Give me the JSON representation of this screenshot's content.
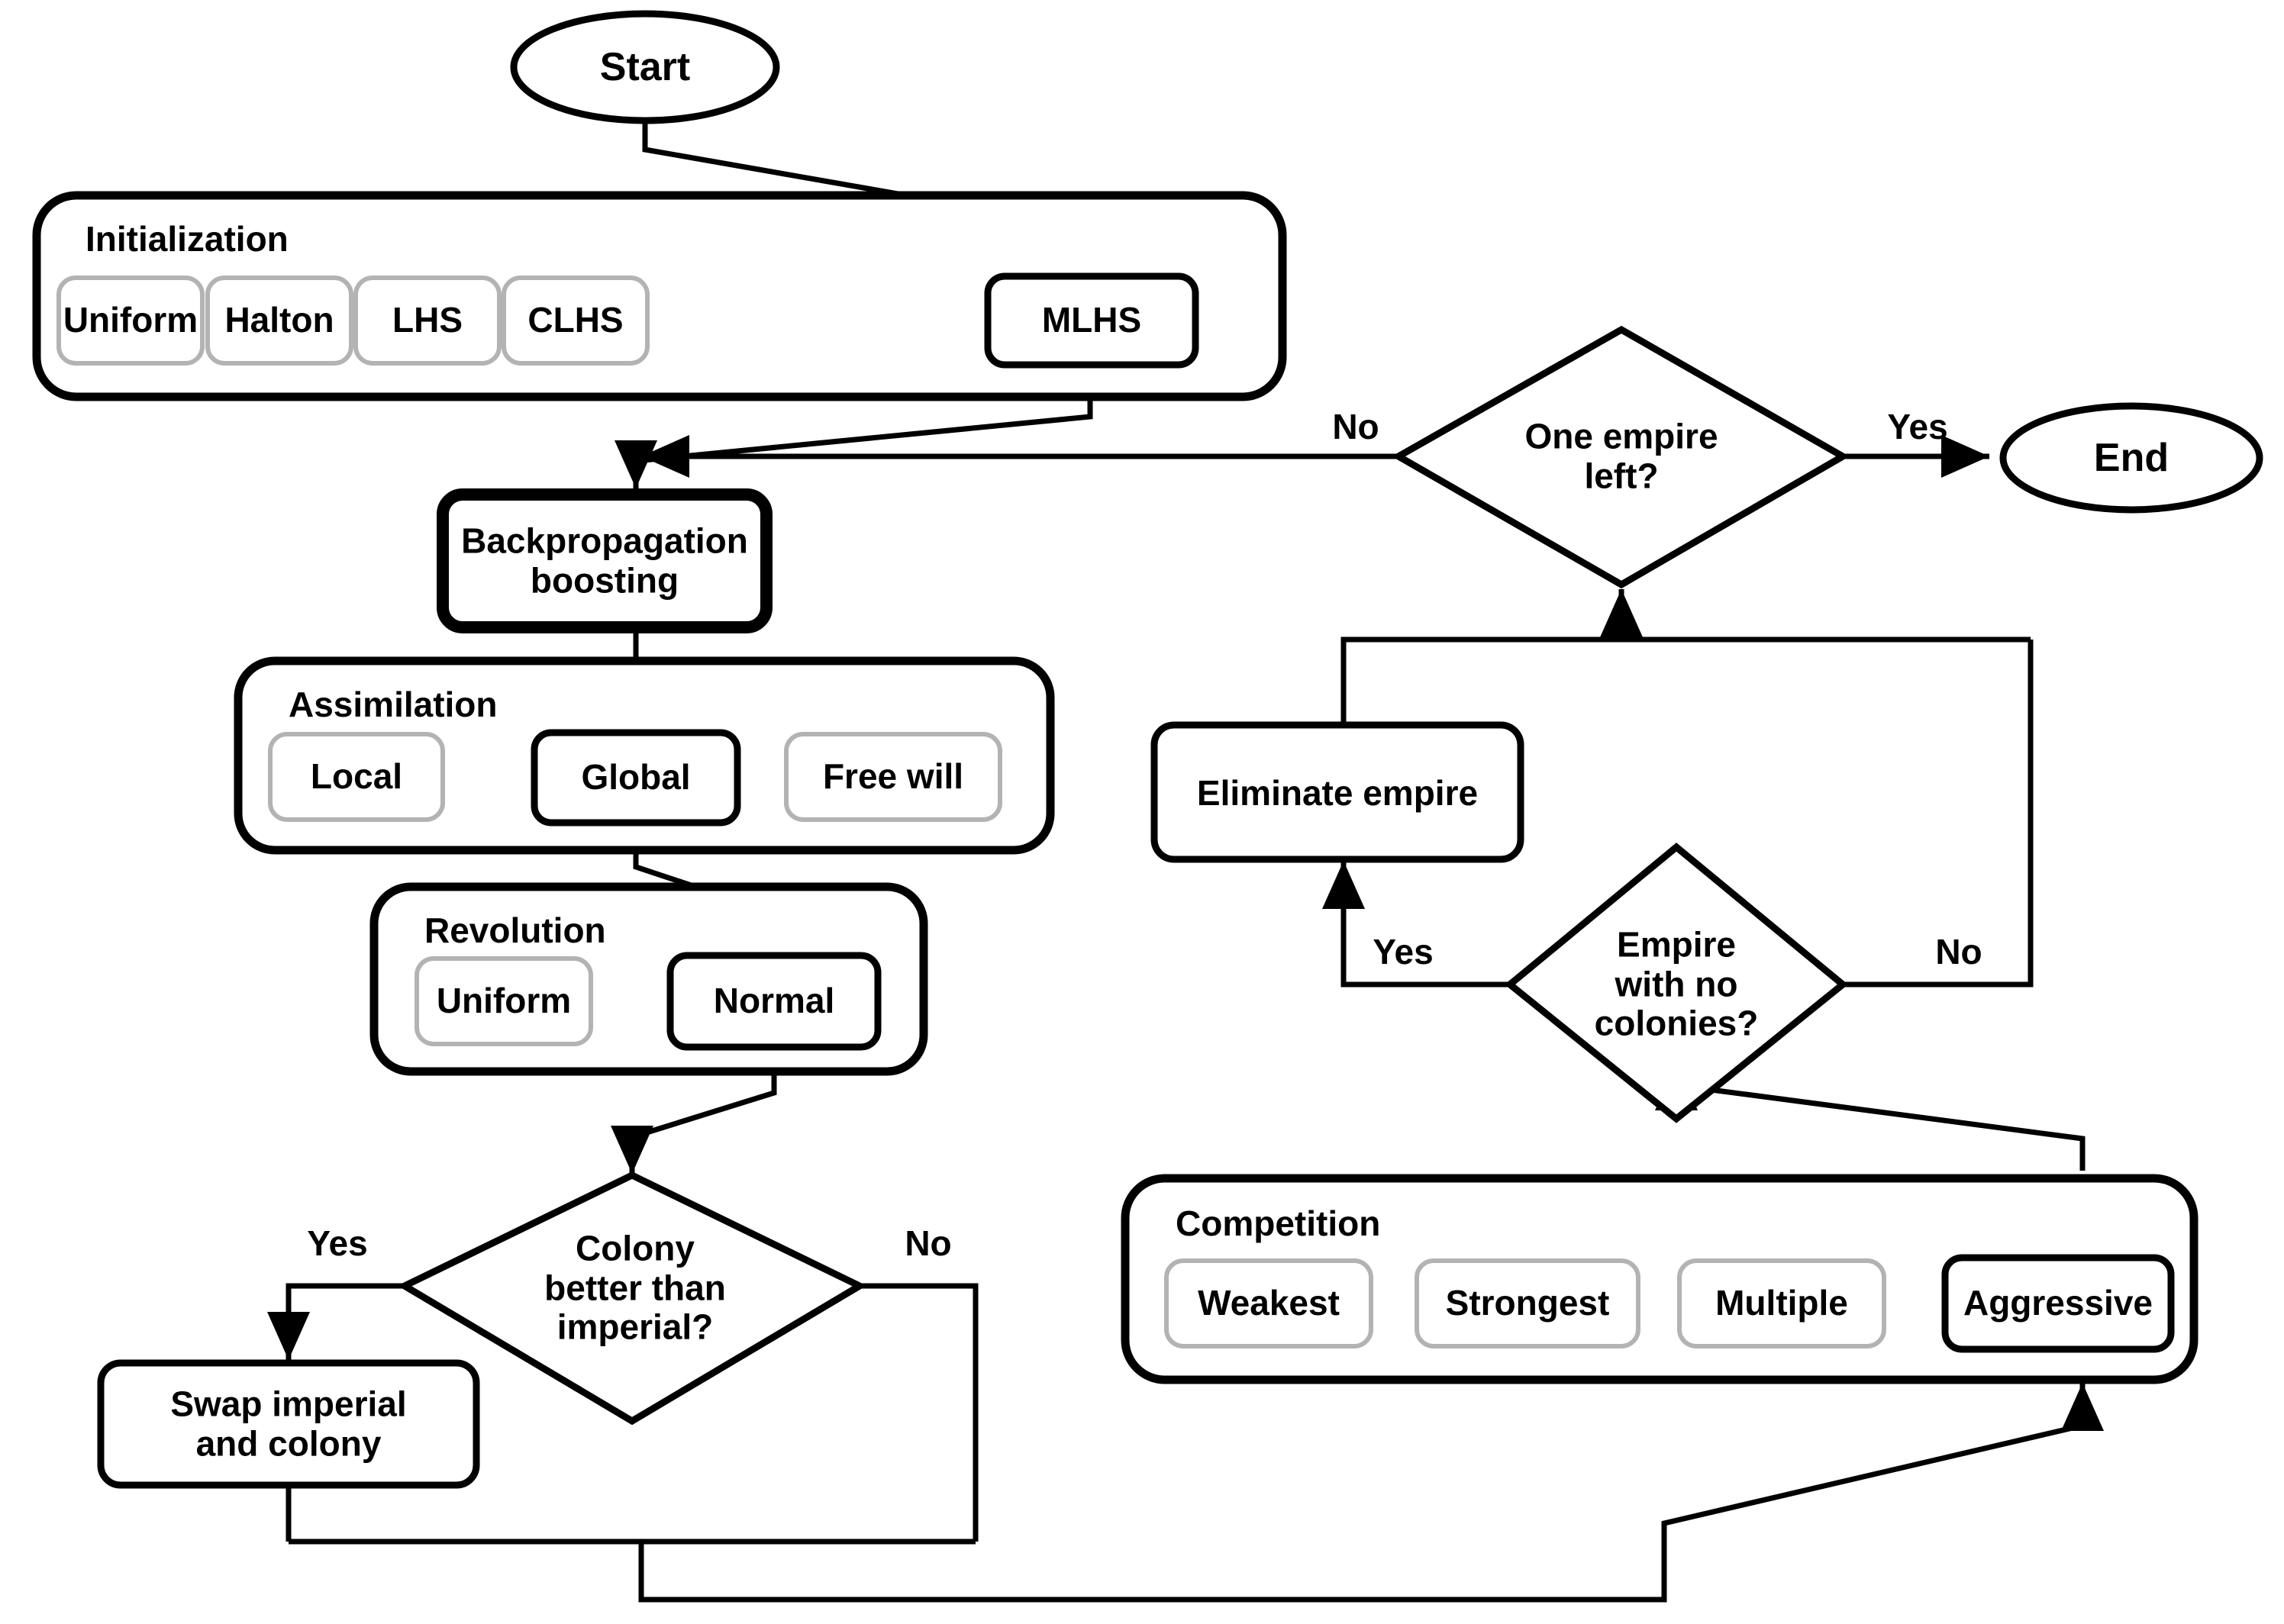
{
  "diagram": {
    "title": "Imperialist Competitive Algorithm with Backpropagation Boosting Flowchart",
    "type": "flowchart",
    "background": "#ffffff",
    "line_color": "#000000",
    "inactive_option_color": "#b3b3b3"
  },
  "terminals": {
    "start": "Start",
    "end": "End"
  },
  "groups": {
    "initialization": {
      "title": "Initialization",
      "options": [
        {
          "label": "Uniform",
          "selected": false
        },
        {
          "label": "Halton",
          "selected": false
        },
        {
          "label": "LHS",
          "selected": false
        },
        {
          "label": "CLHS",
          "selected": false
        },
        {
          "label": "MLHS",
          "selected": true
        }
      ]
    },
    "assimilation": {
      "title": "Assimilation",
      "options": [
        {
          "label": "Local",
          "selected": false
        },
        {
          "label": "Global",
          "selected": true
        },
        {
          "label": "Free will",
          "selected": false
        }
      ]
    },
    "revolution": {
      "title": "Revolution",
      "options": [
        {
          "label": "Uniform",
          "selected": false
        },
        {
          "label": "Normal",
          "selected": true
        }
      ]
    },
    "competition": {
      "title": "Competition",
      "options": [
        {
          "label": "Weakest",
          "selected": false
        },
        {
          "label": "Strongest",
          "selected": false
        },
        {
          "label": "Multiple",
          "selected": false
        },
        {
          "label": "Aggressive",
          "selected": true
        }
      ]
    }
  },
  "processes": {
    "backpropagation": "Backpropagation\nboosting",
    "swap": "Swap imperial\nand colony",
    "eliminate": "Eliminate empire"
  },
  "decisions": {
    "colony_better": "Colony\nbetter than\nimperial?",
    "one_empire": "One empire\nleft?",
    "no_colonies": "Empire\nwith no\ncolonies?"
  },
  "edge_labels": {
    "colony_yes": "Yes",
    "colony_no": "No",
    "one_empire_no": "No",
    "one_empire_yes": "Yes",
    "no_colonies_yes": "Yes",
    "no_colonies_no": "No"
  }
}
